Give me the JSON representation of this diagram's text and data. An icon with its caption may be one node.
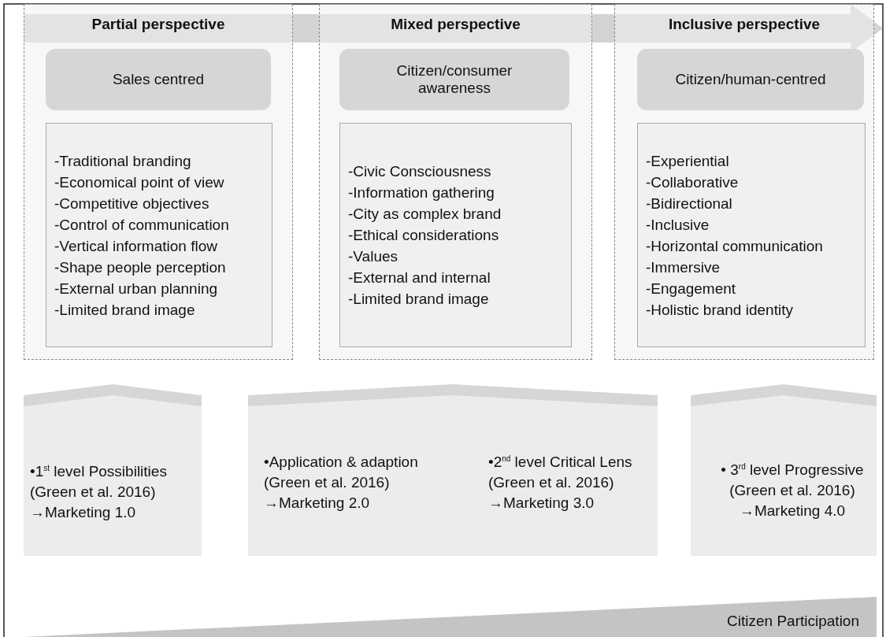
{
  "diagram": {
    "nodes": [
      {
        "text": [
          "Partial perspective"
        ]
      },
      {
        "text": [
          "Sales centred"
        ],
        "in": 0
      },
      {
        "text": [
          "-Traditional branding",
          "-Economical point of view",
          "-Competitive objectives",
          "-Control of communication",
          "-Vertical information flow",
          "-Shape people perception",
          "-External urban planning",
          "-Limited brand image"
        ],
        "in": 0
      },
      {
        "text": [
          "Mixed perspective"
        ]
      },
      {
        "text": [
          "Citizen/consumer awareness"
        ],
        "in": 3
      },
      {
        "text": [
          "-Civic Consciousness",
          "-Information gathering",
          "-City as complex brand",
          "-Ethical considerations",
          "-Values",
          "-External and internal",
          "-Limited brand image"
        ],
        "in": 3
      },
      {
        "text": [
          "Inclusive perspective"
        ]
      },
      {
        "text": [
          "Citizen/human-centred"
        ],
        "in": 6
      },
      {
        "text": [
          "-Experiential",
          "-Collaborative",
          "-Bidirectional",
          "-Inclusive",
          "-Horizontal communication",
          "-Immersive",
          "-Engagement",
          "-Holistic brand identity"
        ],
        "in": 6
      },
      {
        "text": [
          "•1$^{st}$ level Possibilities (Green et al. 2016)",
          "→Marketing 1.0"
        ]
      },
      {
        "text": [
          "•Application & adaption (Green et al. 2016)",
          "→Marketing 2.0",
          "•2$^{nd}$ level Critical Lens (Green et al. 2016)",
          "→Marketing 3.0"
        ]
      },
      {
        "text": [
          "• 3$^{rd}$ level Progressive (Green et al. 2016)",
          "→Marketing 4.0"
        ]
      },
      {
        "text": [
          "Citizen Participation"
        ]
      }
    ]
  }
}
